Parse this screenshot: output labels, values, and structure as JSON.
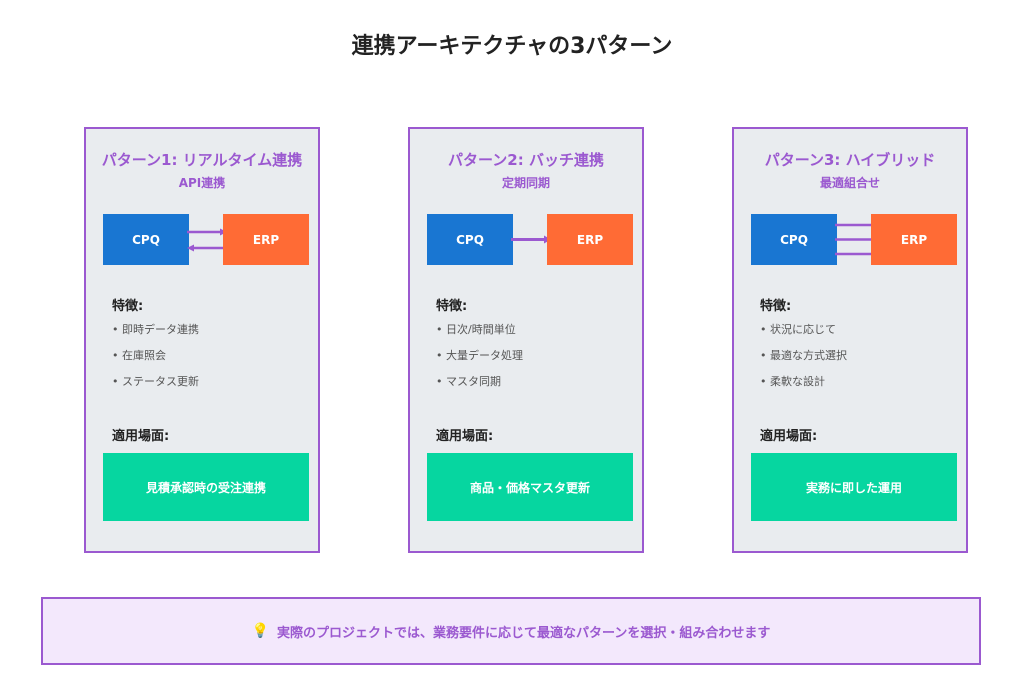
{
  "title": "連携アーキテクチャの3パターン",
  "patterns": [
    {
      "title": "パターン1: リアルタイム連携",
      "subtitle": "API連携",
      "source": "CPQ",
      "target": "ERP",
      "connection": "bidirectional",
      "features_label": "特徴:",
      "features": [
        "即時データ連携",
        "在庫照会",
        "ステータス更新"
      ],
      "use_label": "適用場面:",
      "use_case": "見積承認時の受注連携"
    },
    {
      "title": "パターン2: バッチ連携",
      "subtitle": "定期同期",
      "source": "CPQ",
      "target": "ERP",
      "connection": "one-way",
      "features_label": "特徴:",
      "features": [
        "日次/時間単位",
        "大量データ処理",
        "マスタ同期"
      ],
      "use_label": "適用場面:",
      "use_case": "商品・価格マスタ更新"
    },
    {
      "title": "パターン3: ハイブリッド",
      "subtitle": "最適組合せ",
      "source": "CPQ",
      "target": "ERP",
      "connection": "triple",
      "features_label": "特徴:",
      "features": [
        "状況に応じて",
        "最適な方式選択",
        "柔軟な設計"
      ],
      "use_label": "適用場面:",
      "use_case": "実務に即した運用"
    }
  ],
  "footer": {
    "icon": "lightbulb-icon",
    "text": "実際のプロジェクトでは、業務要件に応じて最適なパターンを選択・組み合わせます"
  },
  "colors": {
    "accent": "#9b59d0",
    "cpq": "#1976d2",
    "erp": "#ff6b35",
    "use_case": "#06d6a0",
    "card_bg": "#e9ecef",
    "footer_bg": "#f3e8fc"
  }
}
